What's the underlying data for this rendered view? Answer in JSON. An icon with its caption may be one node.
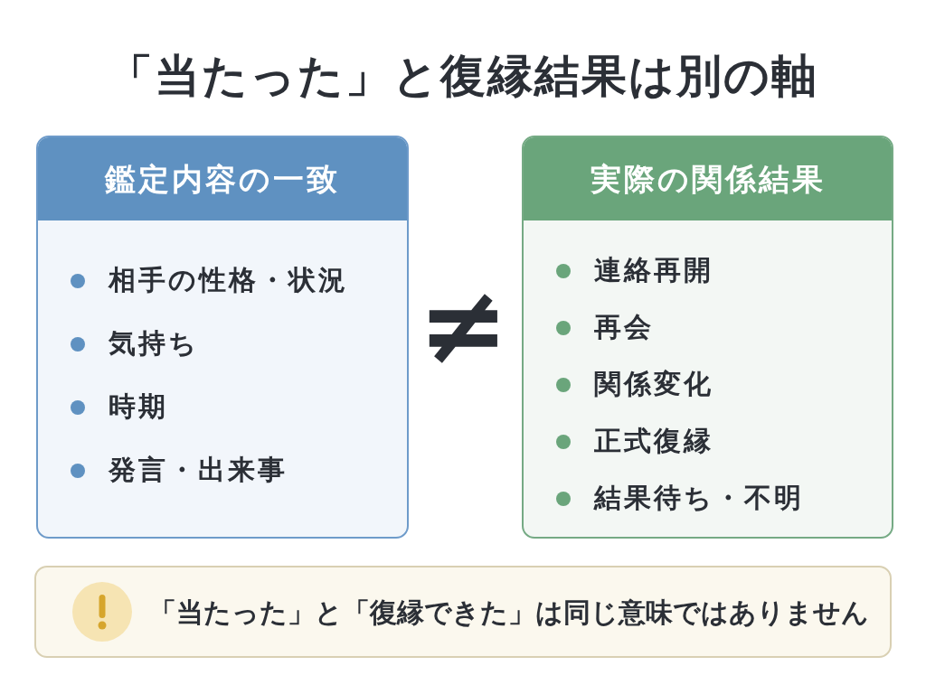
{
  "diagram": {
    "title": "「当たった」と復縁結果は別の軸",
    "nodes": [
      {
        "text": [
          "鑑定内容の一致",
          "相手の性格・状況",
          "気持ち",
          "時期",
          "発言・出来事"
        ]
      },
      {
        "text": [
          "実際の関係結果",
          "連絡再開",
          "再会",
          "関係変化",
          "正式復縁",
          "結果待ち・不明"
        ]
      },
      {
        "text": [
          "「当たった」と「復縁できた」は同じ意味ではありません"
        ]
      }
    ],
    "labels": [
      "≠"
    ]
  }
}
